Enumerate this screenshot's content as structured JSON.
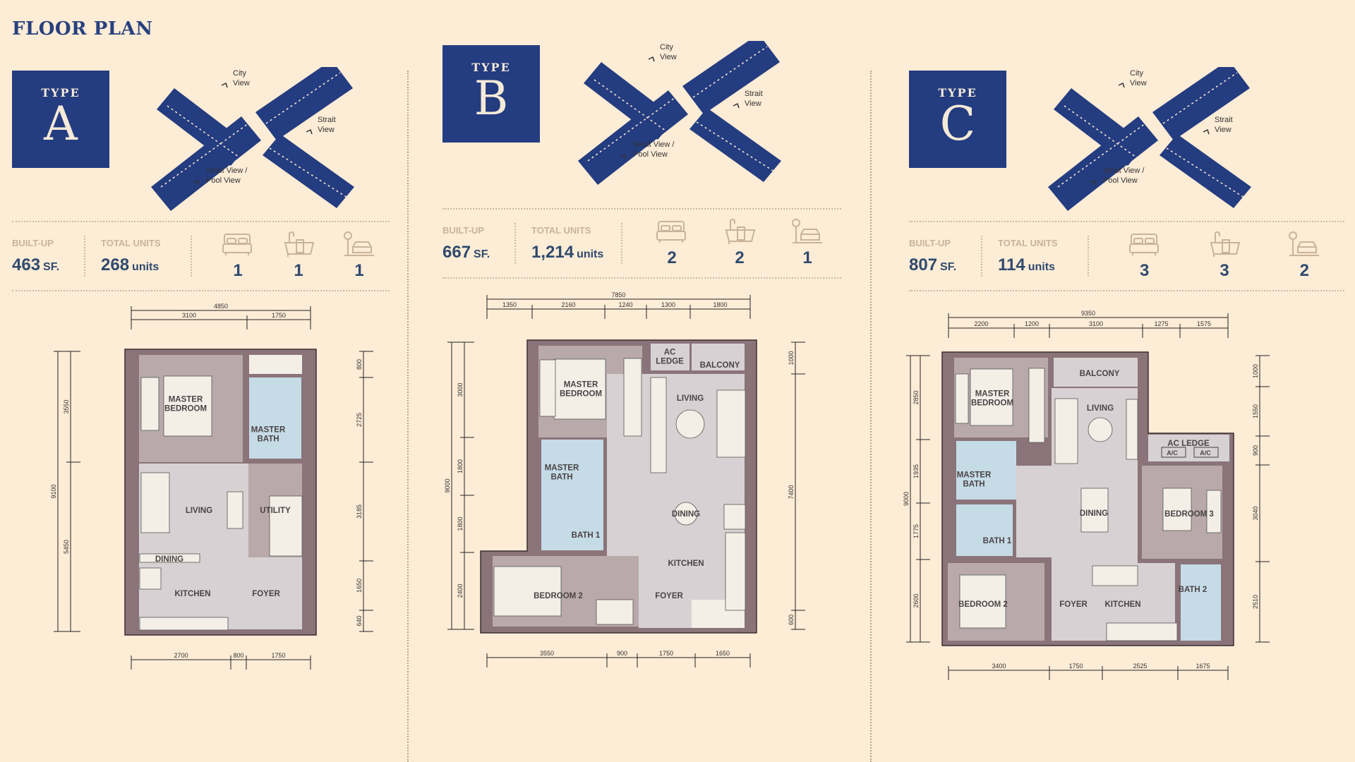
{
  "title": "FLOOR PLAN",
  "units": [
    {
      "type_label": "TYPE",
      "letter": "A",
      "views": {
        "city": [
          "City",
          "View"
        ],
        "strait": [
          "Strait",
          "View"
        ],
        "pool": [
          "Strait View /",
          "Pool View"
        ]
      },
      "info": {
        "builtup_label": "BUILT-UP",
        "builtup_value": "463",
        "builtup_unit": "SF.",
        "total_label": "TOTAL UNITS",
        "total_value": "268",
        "total_unit": "units",
        "bedrooms": "1",
        "bathrooms": "1",
        "parking": "1"
      },
      "rooms": [
        [
          "MASTER",
          "BEDROOM"
        ],
        [
          "MASTER",
          "BATH"
        ],
        [
          "LIVING"
        ],
        [
          "UTILITY"
        ],
        [
          "DINING"
        ],
        [
          "KITCHEN"
        ],
        [
          "FOYER"
        ]
      ],
      "dims": {
        "top_total": [
          "4850"
        ],
        "top": [
          "3100",
          "1750"
        ],
        "left_total": [
          "9100"
        ],
        "left": [
          "3550",
          "5450"
        ],
        "right": [
          "800",
          "2725",
          "3185",
          "1650",
          "640"
        ],
        "bottom": [
          "2700",
          "800",
          "1750"
        ]
      }
    },
    {
      "type_label": "TYPE",
      "letter": "B",
      "views": {
        "city": [
          "City",
          "View"
        ],
        "strait": [
          "Strait",
          "View"
        ],
        "pool": [
          "Strait View /",
          "Pool View"
        ]
      },
      "info": {
        "builtup_label": "BUILT-UP",
        "builtup_value": "667",
        "builtup_unit": "SF.",
        "total_label": "TOTAL UNITS",
        "total_value": "1,214",
        "total_unit": "units",
        "bedrooms": "2",
        "bathrooms": "2",
        "parking": "1"
      },
      "rooms": [
        [
          "AC",
          "LEDGE"
        ],
        [
          "BALCONY"
        ],
        [
          "MASTER",
          "BEDROOM"
        ],
        [
          "LIVING"
        ],
        [
          "MASTER",
          "BATH"
        ],
        [
          "DINING"
        ],
        [
          "BATH 1"
        ],
        [
          "KITCHEN"
        ],
        [
          "BEDROOM 2"
        ],
        [
          "FOYER"
        ]
      ],
      "dims": {
        "top_total": [
          "7850"
        ],
        "top": [
          "1350",
          "2160",
          "1240",
          "1300",
          "1800"
        ],
        "left_total": [
          "9000"
        ],
        "left": [
          "3000",
          "1800",
          "1800",
          "2400"
        ],
        "right": [
          "1000",
          "7400",
          "600"
        ],
        "bottom": [
          "3550",
          "900",
          "1750",
          "1650"
        ]
      }
    },
    {
      "type_label": "TYPE",
      "letter": "C",
      "views": {
        "city": [
          "City",
          "View"
        ],
        "strait": [
          "Strait",
          "View"
        ],
        "pool": [
          "Strait View /",
          "Pool View"
        ]
      },
      "info": {
        "builtup_label": "BUILT-UP",
        "builtup_value": "807",
        "builtup_unit": "SF.",
        "total_label": "TOTAL UNITS",
        "total_value": "114",
        "total_unit": "units",
        "bedrooms": "3",
        "bathrooms": "3",
        "parking": "2"
      },
      "rooms": [
        [
          "BALCONY"
        ],
        [
          "MASTER",
          "BEDROOM"
        ],
        [
          "LIVING"
        ],
        [
          "AC LEDGE"
        ],
        [
          "A/C"
        ],
        [
          "A/C"
        ],
        [
          "MASTER",
          "BATH"
        ],
        [
          "DINING"
        ],
        [
          "BEDROOM 3"
        ],
        [
          "BATH 1"
        ],
        [
          "BEDROOM 2"
        ],
        [
          "FOYER"
        ],
        [
          "KITCHEN"
        ],
        [
          "BATH 2"
        ]
      ],
      "dims": {
        "top_total": [
          "9350"
        ],
        "top": [
          "2200",
          "1200",
          "3100",
          "1275",
          "1575"
        ],
        "left_total": [
          "9000"
        ],
        "left": [
          "2850",
          "1935",
          "1775",
          "2600"
        ],
        "right": [
          "1000",
          "1550",
          "900",
          "3040",
          "2510"
        ],
        "bottom": [
          "3400",
          "1750",
          "2525",
          "1675"
        ]
      }
    }
  ],
  "colors": {
    "navy": "#243c80",
    "wall": "#8a7479",
    "bedroom": "#b9a9aa",
    "living": "#d7d1d3",
    "bath": "#c5dbe6",
    "furniture": "#f3efe7",
    "background": "#fdecd6"
  }
}
